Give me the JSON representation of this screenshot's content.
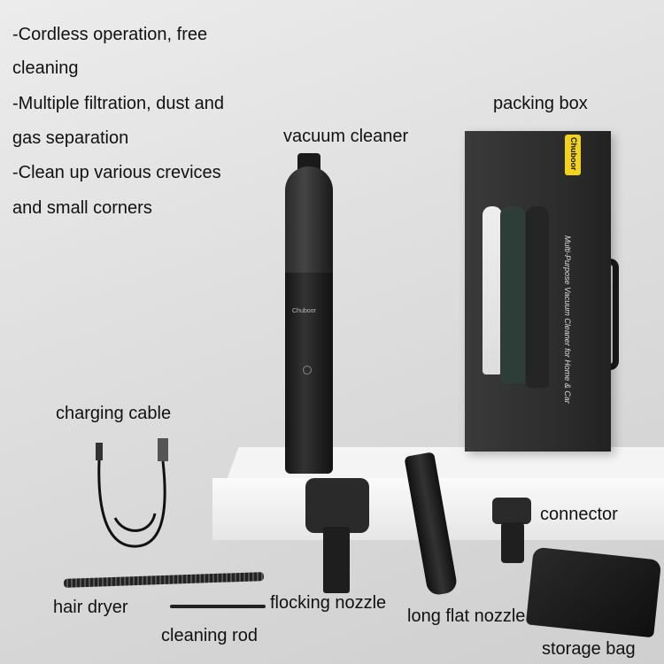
{
  "features": [
    "-Cordless operation, free",
    "cleaning",
    "-Multiple filtration, dust and",
    "gas separation",
    "-Clean up various crevices",
    "and small corners"
  ],
  "labels": {
    "vacuum_cleaner": "vacuum cleaner",
    "packing_box": "packing box",
    "charging_cable": "charging cable",
    "connector": "connector",
    "hair_dryer": "hair dryer",
    "flocking_nozzle": "flocking nozzle",
    "long_flat_nozzle": "long flat nozzle",
    "cleaning_rod": "cleaning rod",
    "storage_bag": "storage bag"
  },
  "brand": "Chuboor",
  "box_text": "Multi-Purpose Vacuum Cleaner for Home & Car",
  "colors": {
    "box": "#2b2b2b",
    "brand_tag": "#f2d21b",
    "vacuum": "#1e1e1e"
  }
}
